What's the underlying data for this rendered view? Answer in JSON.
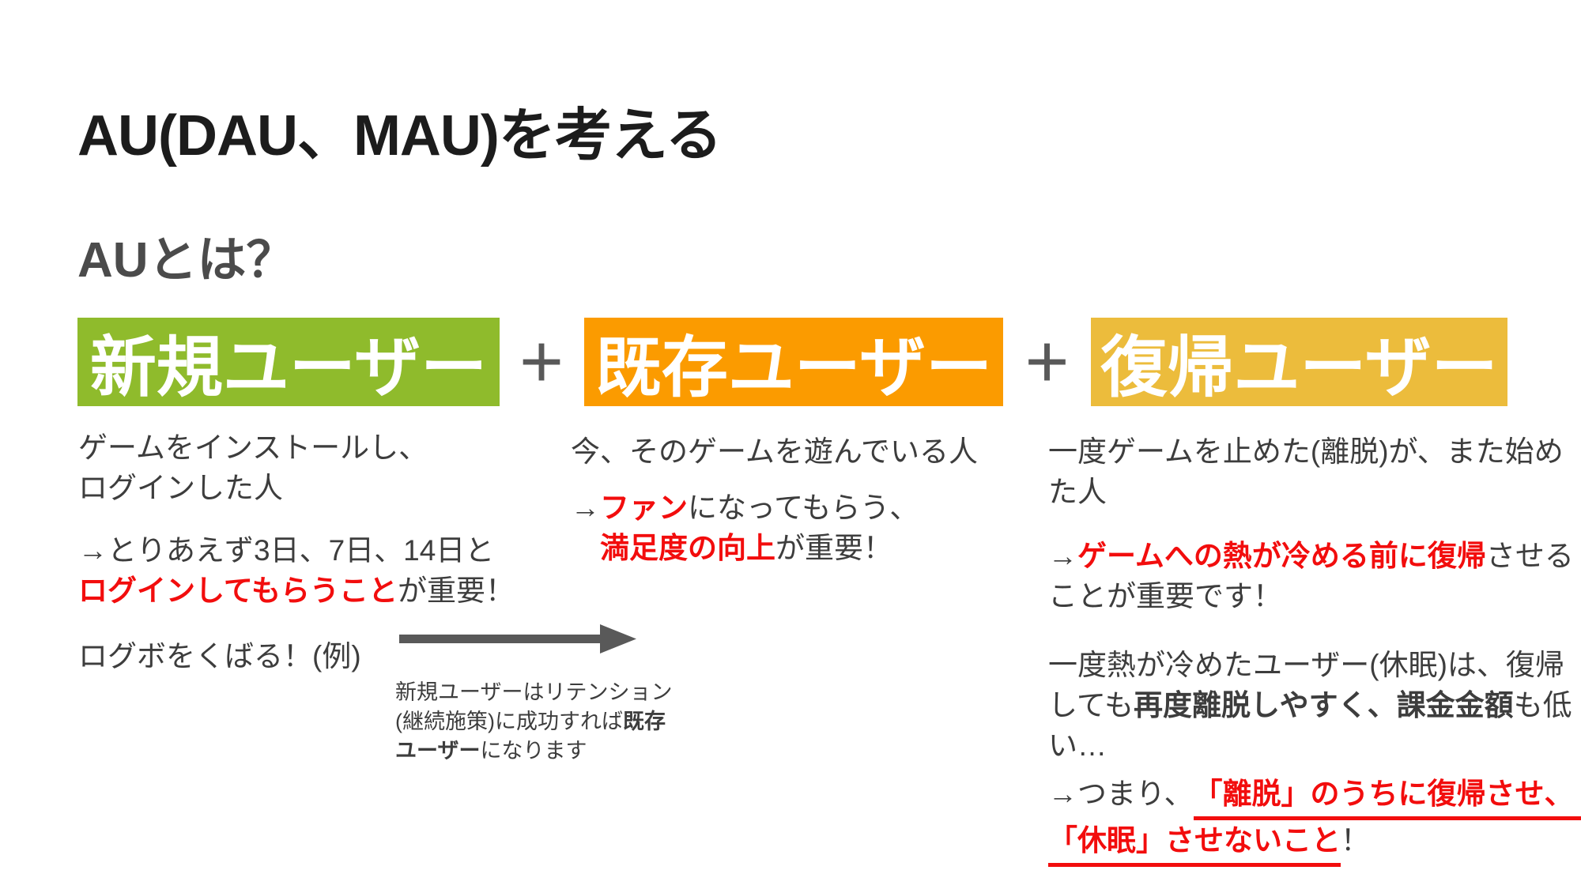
{
  "slide": {
    "title": "AU(DAU、MAU)を考える",
    "subtitle": "AUとは？",
    "plus_sign": "+",
    "colors": {
      "new_user_green": "#8fbb2c",
      "existing_user_orange": "#fb9b00",
      "returning_user_yellow": "#ecbc3c",
      "emphasis_red": "#f20d0d",
      "body_text": "#3d3d3d",
      "title_text": "#1c1c1c",
      "arrow_gray": "#595959"
    },
    "boxes": {
      "new_user": "新規ユーザー",
      "existing_user": "既存ユーザー",
      "returning_user": "復帰ユーザー"
    },
    "left_col": {
      "p1_l1": "ゲームをインストールし、",
      "p1_l2": "ログインした人",
      "p2_l1": "→とりあえず3日、7日、14日と",
      "p2_red": "ログインしてもらうこと",
      "p2_rest": "が重要！",
      "p3": "ログボをくばる！(例)"
    },
    "mid_col": {
      "p1": "今、そのゲームを遊んでいる人",
      "p2_pre": "→",
      "p2_red": "ファン",
      "p2_rest": "になってもらう、",
      "p3_red": "満足度の向上",
      "p3_rest": "が重要！"
    },
    "arrow_caption": {
      "l1": "新規ユーザーはリテンション",
      "l2_pre": "(継続施策)に成功すれば",
      "l2_bold": "既存",
      "l3_bold": "ユーザー",
      "l3_rest": "になります"
    },
    "right_col": {
      "p1_l1": "一度ゲームを止めた(離脱)が、また始め",
      "p1_l2": "た人",
      "p2_pre": "→",
      "p2_red": "ゲームへの熱が冷める前に復帰",
      "p2_rest": "させる",
      "p2_l2": "ことが重要です！",
      "p3_l1": "一度熱が冷めたユーザー(休眠)は、復帰",
      "p3_l2_pre": "しても",
      "p3_l2_b1": "再度離脱しやすく、",
      "p3_l2_b2": "課金金額",
      "p3_l2_post": "も低",
      "p3_l3": "い…",
      "p4_pre": "→つまり、",
      "p4_red1": "「離脱」のうちに復帰させ、",
      "p4_red2": "「休眠」させないこと",
      "p4_end": "！"
    }
  }
}
